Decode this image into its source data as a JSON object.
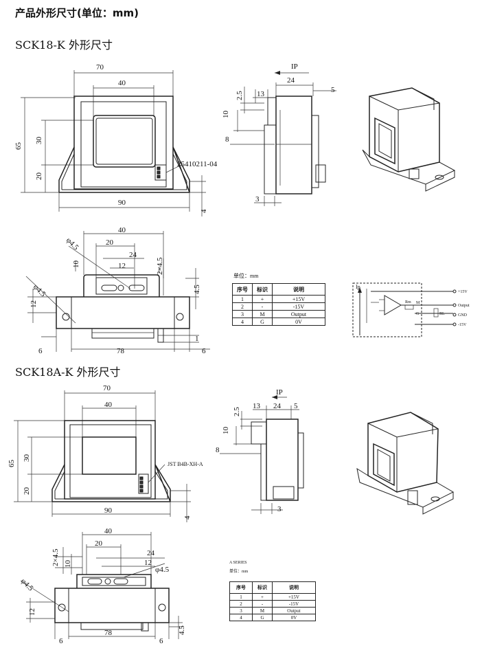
{
  "page_title": "产品外形尺寸(单位：mm)",
  "sections": [
    {
      "title": "SCK18-K 外形尺寸",
      "front": {
        "w_outer": "70",
        "w_inner": "40",
        "h_total": "65",
        "h_window": "30",
        "h_bottom": "20",
        "w_base": "90",
        "t_base": "4",
        "connector": "25410211-04"
      },
      "side": {
        "current": "IP",
        "d24": "24",
        "d5": "5",
        "d13": "13",
        "d25": "2.5",
        "d10": "10",
        "d8": "8",
        "d3": "3"
      },
      "top": {
        "d40": "40",
        "d20": "20",
        "d24": "24",
        "d12": "12",
        "d10": "10",
        "phi_small": "φ4.5",
        "phi_hole": "φ4.5",
        "d2x45": "2×4.5",
        "d45": "4.5",
        "d12b": "12",
        "d6l": "6",
        "d78": "78",
        "d6r": "6",
        "d1": "1"
      },
      "unit_label": "单位：mm",
      "table": {
        "headers": [
          "序号",
          "标识",
          "说明"
        ],
        "rows": [
          [
            "1",
            "+",
            "+15V"
          ],
          [
            "2",
            "-",
            "-15V"
          ],
          [
            "3",
            "M",
            "Output"
          ],
          [
            "4",
            "G",
            "0V"
          ]
        ]
      },
      "circuit": {
        "ip": "Ip",
        "v_plus": "+15V",
        "output": "Output",
        "gnd": "GND",
        "v_minus": "-15V",
        "rm": "Rm",
        "m": "M",
        "g": "G",
        "rl": "RL"
      }
    },
    {
      "title": "SCK18A-K 外形尺寸",
      "front": {
        "w_outer": "70",
        "w_inner": "40",
        "h_total": "65",
        "h_window": "30",
        "h_bottom": "20",
        "w_base": "90",
        "t_base": "4",
        "connector": "JST B4B-XH-A"
      },
      "side": {
        "current": "IP",
        "d24": "24",
        "d5": "5",
        "d13": "13",
        "d25": "2.5",
        "d10": "10",
        "d8": "8",
        "d3": "3"
      },
      "top": {
        "d40": "40",
        "d20": "20",
        "d24": "24",
        "d12": "12",
        "d10": "10",
        "phi_small": "φ4.5",
        "phi_hole": "φ4.5",
        "d2x45": "2×4.5",
        "d45": "4.5",
        "d12b": "12",
        "d6l": "6",
        "d78": "78",
        "d6r": "6"
      },
      "series_label": "A SERIES",
      "unit_label": "单位：mm",
      "table": {
        "headers": [
          "序号",
          "标识",
          "说明"
        ],
        "rows": [
          [
            "1",
            "+",
            "+15V"
          ],
          [
            "2",
            "-",
            "-15V"
          ],
          [
            "3",
            "M",
            "Output"
          ],
          [
            "4",
            "G",
            "0V"
          ]
        ]
      }
    }
  ]
}
